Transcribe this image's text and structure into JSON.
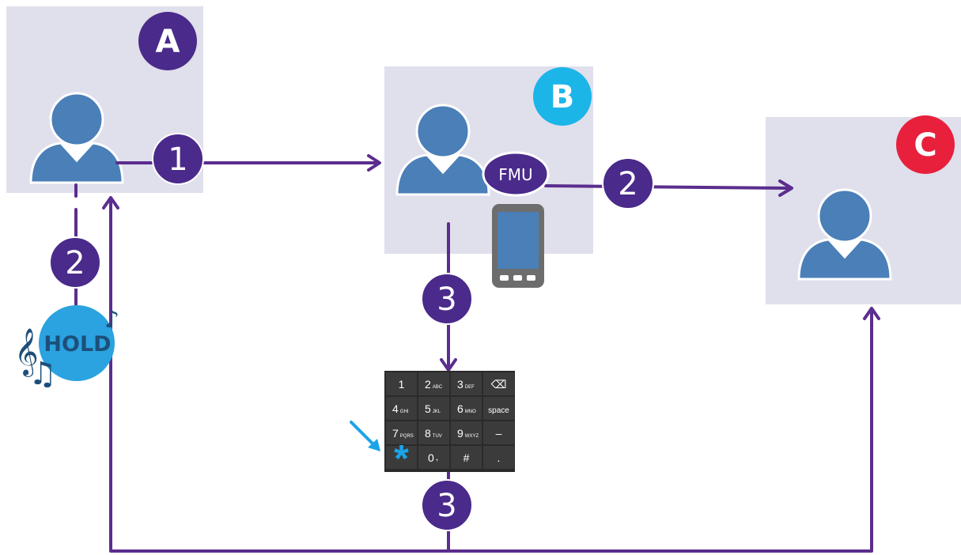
{
  "nodes": {
    "a": {
      "badge": "A",
      "badge_color": "#4a2a8a"
    },
    "b": {
      "badge": "B",
      "badge_color": "#1cb5e8",
      "fmu_label": "FMU"
    },
    "c": {
      "badge": "C",
      "badge_color": "#e8203c"
    }
  },
  "steps": {
    "a_to_b": "1",
    "b_to_c": "2",
    "a_hold": "2",
    "b_dial": "3",
    "transfer": "3"
  },
  "hold": {
    "label": "HOLD",
    "color": "#2aa3e0"
  },
  "keypad": {
    "keys": [
      {
        "main": "1",
        "sub": ""
      },
      {
        "main": "2",
        "sub": "ABC"
      },
      {
        "main": "3",
        "sub": "DEF"
      },
      {
        "main": "⌫",
        "sub": ""
      },
      {
        "main": "4",
        "sub": "GHI"
      },
      {
        "main": "5",
        "sub": "JKL"
      },
      {
        "main": "6",
        "sub": "MNO"
      },
      {
        "main": "space",
        "sub": ""
      },
      {
        "main": "7",
        "sub": "PQRS"
      },
      {
        "main": "8",
        "sub": "TUV"
      },
      {
        "main": "9",
        "sub": "WXYZ"
      },
      {
        "main": "–",
        "sub": ""
      },
      {
        "main": "*",
        "sub": ""
      },
      {
        "main": "0",
        "sub": "+"
      },
      {
        "main": "#",
        "sub": ""
      },
      {
        "main": ".",
        "sub": ""
      }
    ]
  },
  "colors": {
    "panel": "#e0dfec",
    "user": "#4a7fb8",
    "arrow": "#5b2d8e",
    "step_badge": "#4a2a8a",
    "star_highlight": "#1ca3e8"
  }
}
